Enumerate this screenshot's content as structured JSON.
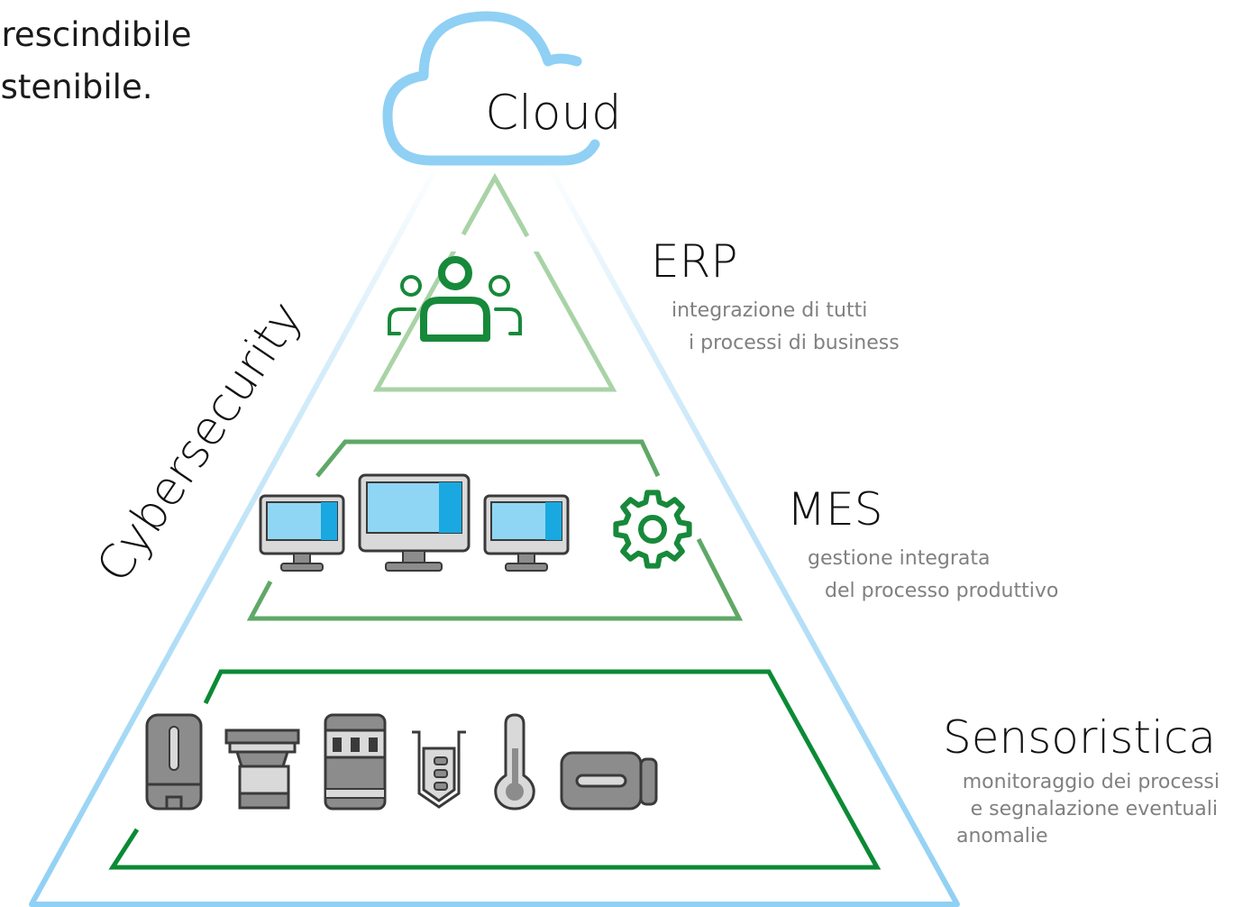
{
  "intro": {
    "line1": "prescindibile",
    "line2": "ostenibile."
  },
  "cloud": {
    "label": "Cloud"
  },
  "side_label": "Cybersecurity",
  "layers": {
    "erp": {
      "title": "ERP",
      "desc_line1": "integrazione di tutti",
      "desc_line2": "i processi di business",
      "icon": "users-group-icon"
    },
    "mes": {
      "title": "MES",
      "desc_line1": "gestione integrata",
      "desc_line2": "del processo produttivo",
      "icons": [
        "monitor-icon",
        "monitor-icon",
        "monitor-icon",
        "gear-icon"
      ]
    },
    "sens": {
      "title": "Sensoristica",
      "desc_line1": "monitoraggio dei processi",
      "desc_line2": "e segnalazione eventuali",
      "desc_line3": "anomalie",
      "icons": [
        "proximity-sensor-icon",
        "flow-sensor-icon",
        "terminal-block-icon",
        "level-probe-icon",
        "thermometer-icon",
        "encoder-sensor-icon"
      ]
    }
  },
  "colors": {
    "cloud_blue": "#8fd0f4",
    "erp_green": "#a9d3a6",
    "mes_green": "#5fa867",
    "sens_green": "#0b8a35",
    "icon_green": "#17893a",
    "screen_blue": "#8fd6f4",
    "screen_accent": "#1aa8e0",
    "device_gray": "#8c8c8c",
    "device_light": "#d9d9d9",
    "outline": "#3a3a3a"
  }
}
